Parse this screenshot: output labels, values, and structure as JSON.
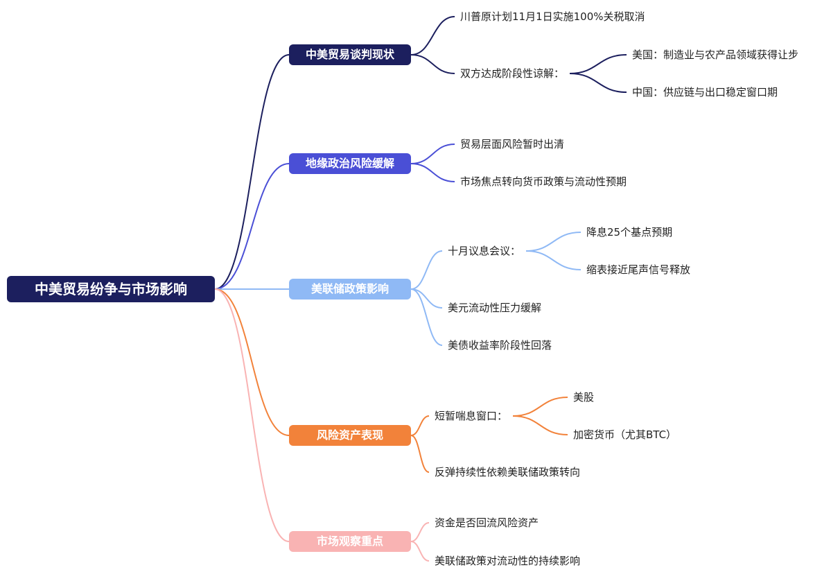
{
  "root": {
    "label": "中美贸易纷争与市场影响",
    "color": "#1c1f5e"
  },
  "branches": [
    {
      "label": "中美贸易谈判现状",
      "color": "#1c1f5e",
      "children": [
        {
          "label": "川普原计划11月1日实施100%关税取消"
        },
        {
          "label": "双方达成阶段性谅解：",
          "children": [
            {
              "label": "美国：制造业与农产品领域获得让步"
            },
            {
              "label": "中国：供应链与出口稳定窗口期"
            }
          ]
        }
      ]
    },
    {
      "label": "地缘政治风险缓解",
      "color": "#4a4fd6",
      "children": [
        {
          "label": "贸易层面风险暂时出清"
        },
        {
          "label": "市场焦点转向货币政策与流动性预期"
        }
      ]
    },
    {
      "label": "美联储政策影响",
      "color": "#8fb9f5",
      "children": [
        {
          "label": "十月议息会议：",
          "children": [
            {
              "label": "降息25个基点预期"
            },
            {
              "label": "缩表接近尾声信号释放"
            }
          ]
        },
        {
          "label": "美元流动性压力缓解"
        },
        {
          "label": "美债收益率阶段性回落"
        }
      ]
    },
    {
      "label": "风险资产表现",
      "color": "#f2823a",
      "children": [
        {
          "label": "短暂喘息窗口：",
          "children": [
            {
              "label": "美股"
            },
            {
              "label": "加密货币（尤其BTC）"
            }
          ]
        },
        {
          "label": "反弹持续性依赖美联储政策转向"
        }
      ]
    },
    {
      "label": "市场观察重点",
      "color": "#f9b3b3",
      "children": [
        {
          "label": "资金是否回流风险资产"
        },
        {
          "label": "美联储政策对流动性的持续影响"
        }
      ]
    }
  ]
}
